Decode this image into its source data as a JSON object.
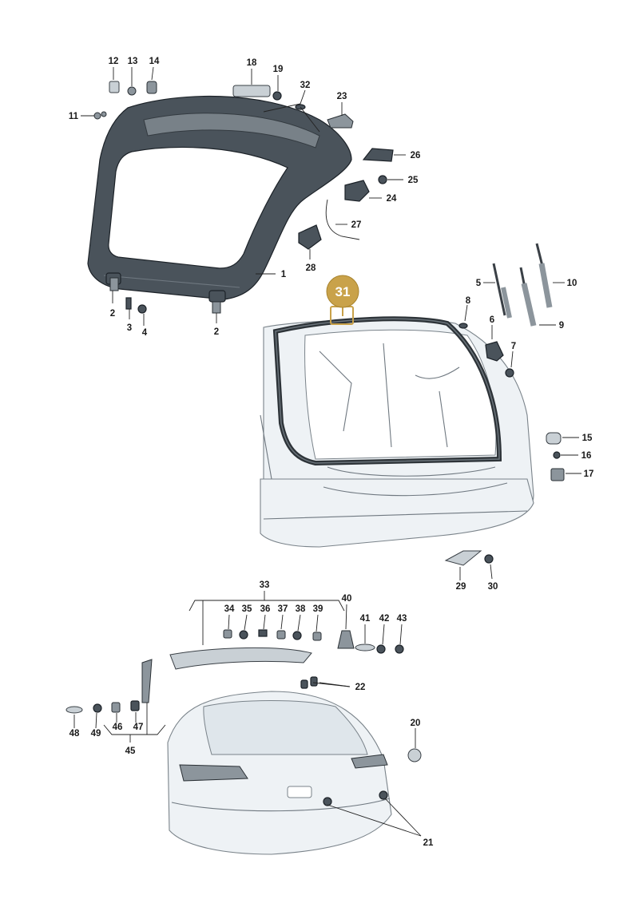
{
  "callouts": [
    "1",
    "2",
    "2",
    "3",
    "4",
    "5",
    "6",
    "7",
    "8",
    "9",
    "10",
    "11",
    "12",
    "13",
    "14",
    "15",
    "16",
    "17",
    "18",
    "19",
    "20",
    "21",
    "22",
    "23",
    "24",
    "25",
    "26",
    "27",
    "28",
    "29",
    "30",
    "32",
    "33",
    "34",
    "35",
    "36",
    "37",
    "38",
    "39",
    "40",
    "41",
    "42",
    "43",
    "45",
    "46",
    "47",
    "48",
    "49"
  ],
  "highlight": {
    "label": "31",
    "color": "#c9a24a"
  },
  "colors": {
    "part": "#4a535b",
    "body": "#eef2f5",
    "outline": "#7a838a"
  }
}
